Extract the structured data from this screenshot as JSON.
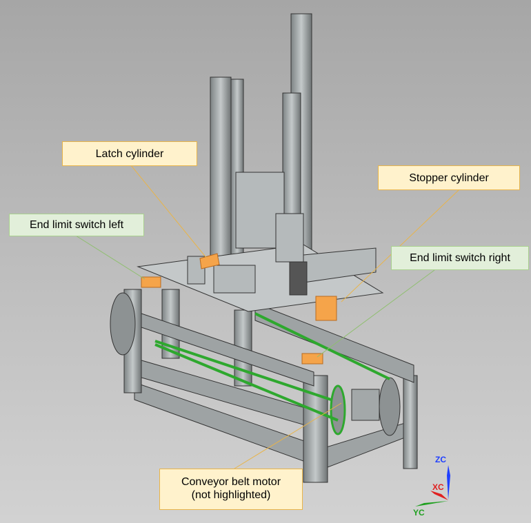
{
  "callouts": {
    "latch_cylinder": "Latch cylinder",
    "stopper_cylinder": "Stopper cylinder",
    "end_limit_left": "End limit switch left",
    "end_limit_right": "End limit switch right",
    "conveyor_motor_line1": "Conveyor belt motor",
    "conveyor_motor_line2": "(not highlighted)"
  },
  "axes": {
    "z": "ZC",
    "x": "XC",
    "y": "YC"
  },
  "colors": {
    "highlight": "#f5a44a",
    "belt": "#2ea82e",
    "callout_yellow": "#fff2cc",
    "callout_green": "#e2efda",
    "axis_z": "#1f3fff",
    "axis_x": "#e02020",
    "axis_y": "#20a020"
  }
}
